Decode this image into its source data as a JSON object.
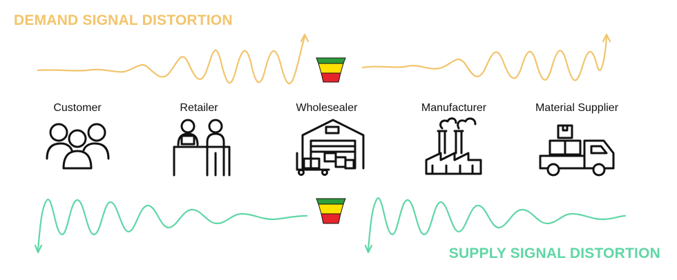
{
  "titles": {
    "demand": "DEMAND SIGNAL DISTORTION",
    "supply": "SUPPLY SIGNAL DISTORTION"
  },
  "colors": {
    "demand": "#f2c46b",
    "supply": "#5fd6a6",
    "funnel_green": "#2e9e3a",
    "funnel_yellow": "#ffe100",
    "funnel_red": "#e8242b",
    "icon": "#111111"
  },
  "stages": [
    {
      "label": "Customer",
      "icon": "people-group-icon"
    },
    {
      "label": "Retailer",
      "icon": "counter-service-icon"
    },
    {
      "label": "Wholesealer",
      "icon": "warehouse-icon"
    },
    {
      "label": "Manufacturer",
      "icon": "factory-icon"
    },
    {
      "label": "Material Supplier",
      "icon": "delivery-truck-icon"
    }
  ]
}
